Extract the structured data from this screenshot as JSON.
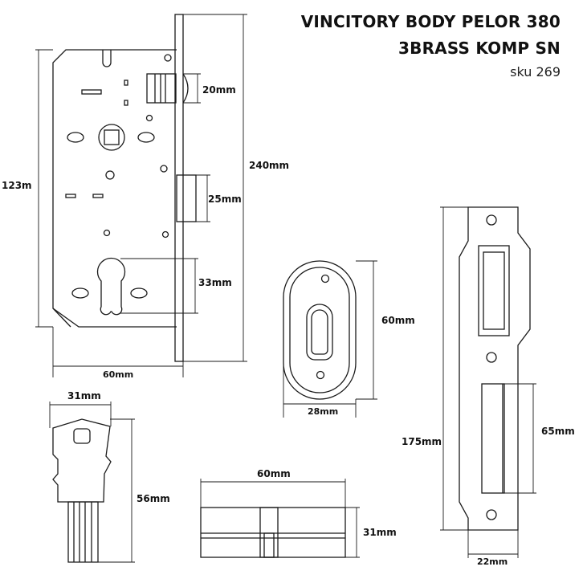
{
  "product": {
    "title_line1": "VINCITORY BODY PELOR 380",
    "title_line2": "3BRASS KOMP SN",
    "sku": "sku 269"
  },
  "lock_body": {
    "height_label": "123m",
    "faceplate_label": "240mm",
    "latch_label": "20mm",
    "deadbolt_label": "25mm",
    "cylinder_hole_label": "33mm",
    "backset_label": "60mm"
  },
  "escutcheon": {
    "height_label": "60mm",
    "width_label": "28mm"
  },
  "strike_plate": {
    "height_label": "175mm",
    "opening_label": "65mm",
    "width_label": "22mm"
  },
  "key": {
    "width_label": "31mm",
    "length_label": "56mm"
  },
  "cylinder": {
    "length_label": "60mm",
    "height_label": "31mm"
  },
  "colors": {
    "line": "#1a1a1a",
    "background": "#ffffff"
  }
}
